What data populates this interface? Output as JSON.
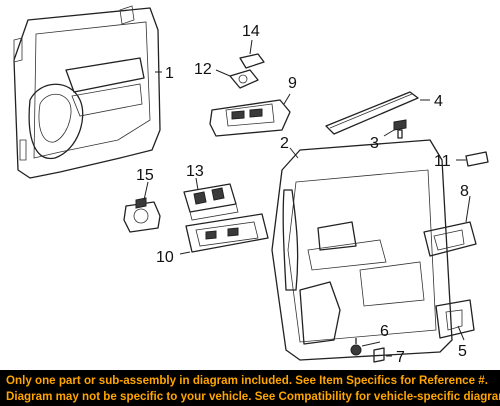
{
  "callouts": {
    "c1": "1",
    "c2": "2",
    "c3": "3",
    "c4": "4",
    "c5": "5",
    "c6": "6",
    "c7": "7",
    "c8": "8",
    "c9": "9",
    "c10": "10",
    "c11": "11",
    "c12": "12",
    "c13": "13",
    "c14": "14",
    "c15": "15"
  },
  "footer": {
    "line1": "Only one part or sub-assembly in diagram included. See Item Specifics for Reference #.",
    "line2": "Diagram may not be specific to your vehicle. See Compatibility for vehicle-specific diagrams."
  }
}
